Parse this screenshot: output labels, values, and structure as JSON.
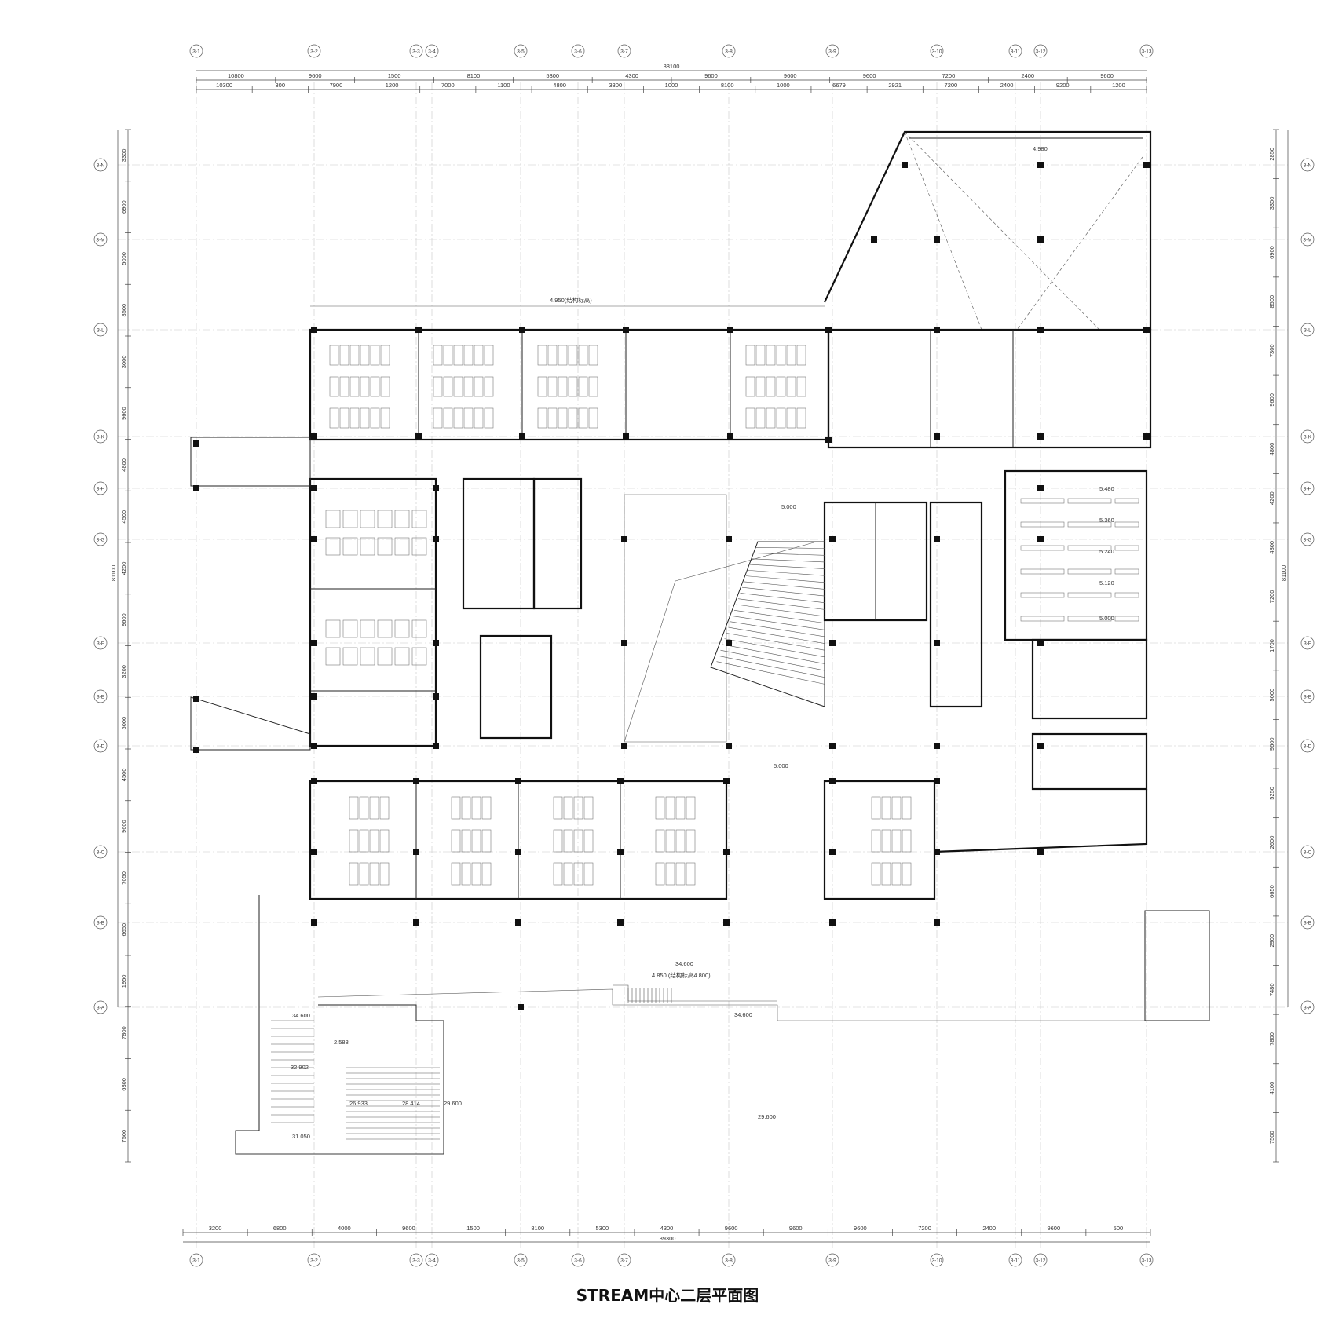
{
  "title": "STREAM中心二层平面图",
  "grid_x_labels": [
    "3-1",
    "3-2",
    "3-3",
    "3-4",
    "3-5",
    "3-6",
    "3-7",
    "3-8",
    "3-9",
    "3-10",
    "3-11",
    "3-12",
    "3-13"
  ],
  "grid_y_labels": [
    "3-N",
    "3-M",
    "3-L",
    "3-K",
    "3-H",
    "3-G",
    "3-F",
    "3-E",
    "3-D",
    "3-C",
    "3-B",
    "3-A"
  ],
  "dims_top_total": "88100",
  "dims_top_row1": [
    "10800",
    "9600",
    "1500",
    "8100",
    "5300",
    "4300",
    "9600",
    "9600",
    "9600",
    "7200",
    "2400",
    "9600"
  ],
  "dims_top_row2": [
    "10300",
    "300",
    "7900",
    "1200",
    "7000",
    "1100",
    "4800",
    "3300",
    "1000",
    "8100",
    "1000",
    "6679",
    "2921",
    "7200",
    "2400",
    "9200",
    "1200"
  ],
  "dims_bottom_total": "89300",
  "dims_bottom": [
    "3200",
    "6800",
    "4000",
    "9600",
    "1500",
    "8100",
    "5300",
    "4300",
    "9600",
    "9600",
    "9600",
    "7200",
    "2400",
    "9600",
    "500"
  ],
  "dims_left_total": "81100",
  "dims_left": [
    "3300",
    "6900",
    "5000",
    "8500",
    "3000",
    "9600",
    "4800",
    "4500",
    "4200",
    "9600",
    "3200",
    "5000",
    "4500",
    "9600",
    "7050",
    "6650",
    "1950",
    "7800",
    "6300",
    "7500"
  ],
  "dims_right_total": "81100",
  "dims_right": [
    "2850",
    "3300",
    "6900",
    "8500",
    "7300",
    "9600",
    "4800",
    "4200",
    "4800",
    "7200",
    "1700",
    "5000",
    "9600",
    "5250",
    "2600",
    "6650",
    "2900",
    "7480",
    "7800",
    "4100",
    "7500"
  ],
  "levels": {
    "top_corridor": "4.950(结构标高)",
    "ne_wing": "4.980",
    "atrium_n": "5.000",
    "atrium_s": "5.000",
    "lecture_1": "5.480",
    "lecture_2": "5.360",
    "lecture_3": "5.240",
    "lecture_4": "5.120",
    "lecture_5": "5.000",
    "deck_a": "34.600",
    "deck_b": "4.850 (结构标高4.800)",
    "deck_c": "34.600",
    "stair_a": "34.600",
    "stair_b": "32.902",
    "stair_c": "31.050",
    "stair_d": "26.933",
    "stair_e": "28.414",
    "stair_f": "29.600",
    "stair_g": "2.588",
    "plaza": "29.600"
  }
}
